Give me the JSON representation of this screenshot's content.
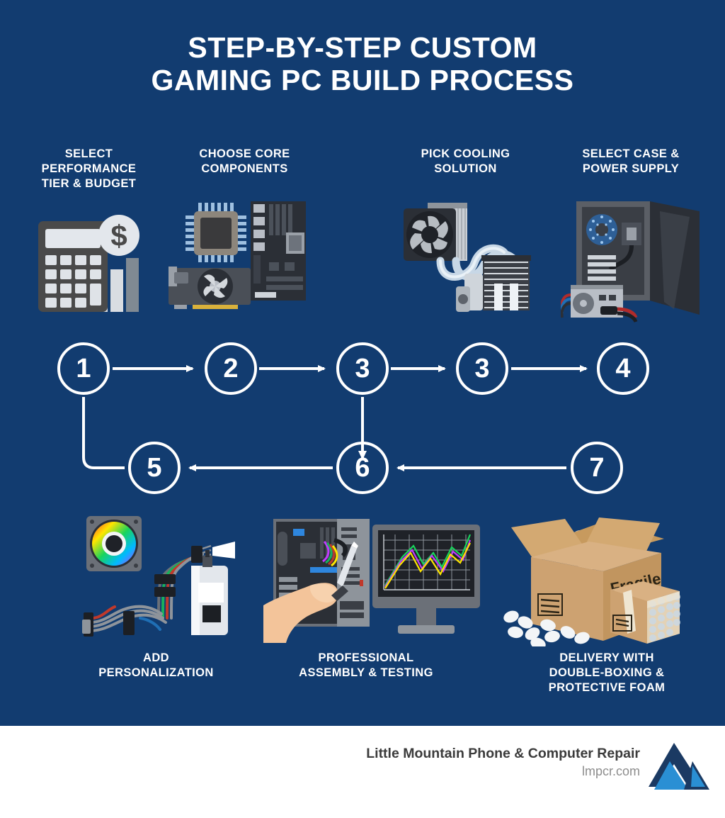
{
  "title": {
    "line1": "STEP-BY-STEP CUSTOM",
    "line2": "GAMING PC BUILD PROCESS"
  },
  "colors": {
    "background": "#123C70",
    "text": "#ffffff",
    "footer_background": "#ffffff",
    "footer_name": "#3b3b3b",
    "footer_url": "#8d8d8d",
    "logo_dark": "#1b3a63",
    "logo_light": "#2a8fd4"
  },
  "top_steps": [
    {
      "line1": "SELECT",
      "line2": "PERFORMANCE",
      "line3": "TIER & BUDGET",
      "icon": "calculator-budget-icon"
    },
    {
      "line1": "CHOOSE CORE",
      "line2": "COMPONENTS",
      "line3": "",
      "icon": "cpu-gpu-motherboard-icon"
    },
    {
      "line1": "PICK COOLING",
      "line2": "SOLUTION",
      "line3": "",
      "icon": "liquid-cooler-icon"
    },
    {
      "line1": "SELECT CASE &",
      "line2": "POWER SUPPLY",
      "line3": "",
      "icon": "case-psu-icon"
    }
  ],
  "bottom_steps": [
    {
      "line1": "ADD",
      "line2": "PERSONALIZATION",
      "line3": "",
      "icon": "rgb-fan-cables-spray-icon"
    },
    {
      "line1": "PROFESSIONAL",
      "line2": "ASSEMBLY & TESTING",
      "line3": "",
      "icon": "assembly-testing-icon"
    },
    {
      "line1": "DELIVERY WITH",
      "line2": "DOUBLE-BOXING &",
      "line3": "PROTECTIVE FOAM",
      "icon": "shipping-box-icon"
    }
  ],
  "flow": {
    "top_row": [
      "1",
      "2",
      "3",
      "3",
      "4"
    ],
    "bottom_row": [
      "5",
      "6",
      "7"
    ]
  },
  "package_label": "Fragile",
  "footer": {
    "company": "Little Mountain Phone & Computer Repair",
    "website": "lmpcr.com",
    "logo": "mountain-logo-icon"
  }
}
